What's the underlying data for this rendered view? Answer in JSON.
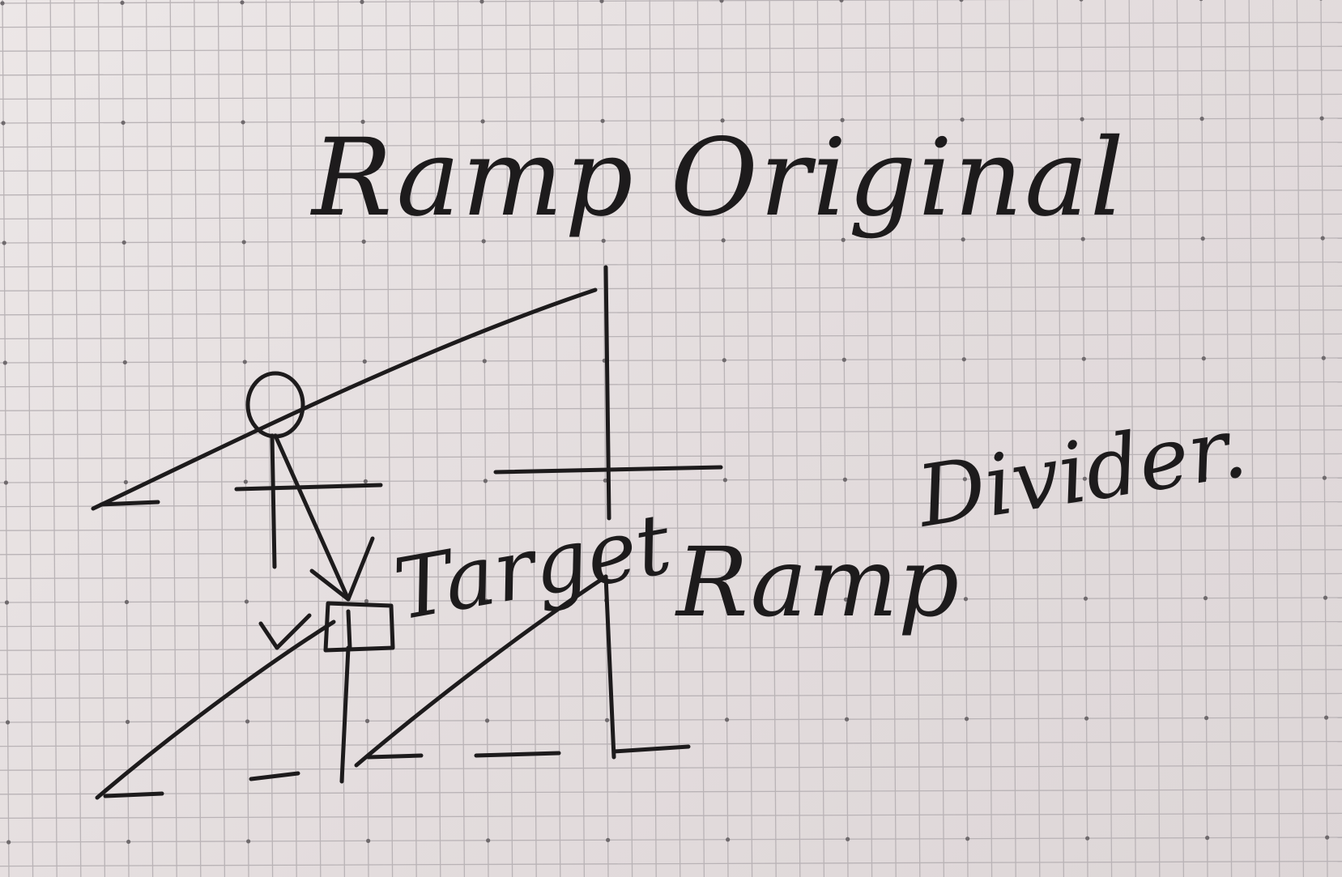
{
  "labels": {
    "ramp_original": "Ramp Original",
    "target": "Target",
    "ramp": "Ramp",
    "divider": "Divider."
  },
  "colors": {
    "paper": "#e8e2e2",
    "grid": "#b9b3b6",
    "ink": "#1d1b1c"
  }
}
